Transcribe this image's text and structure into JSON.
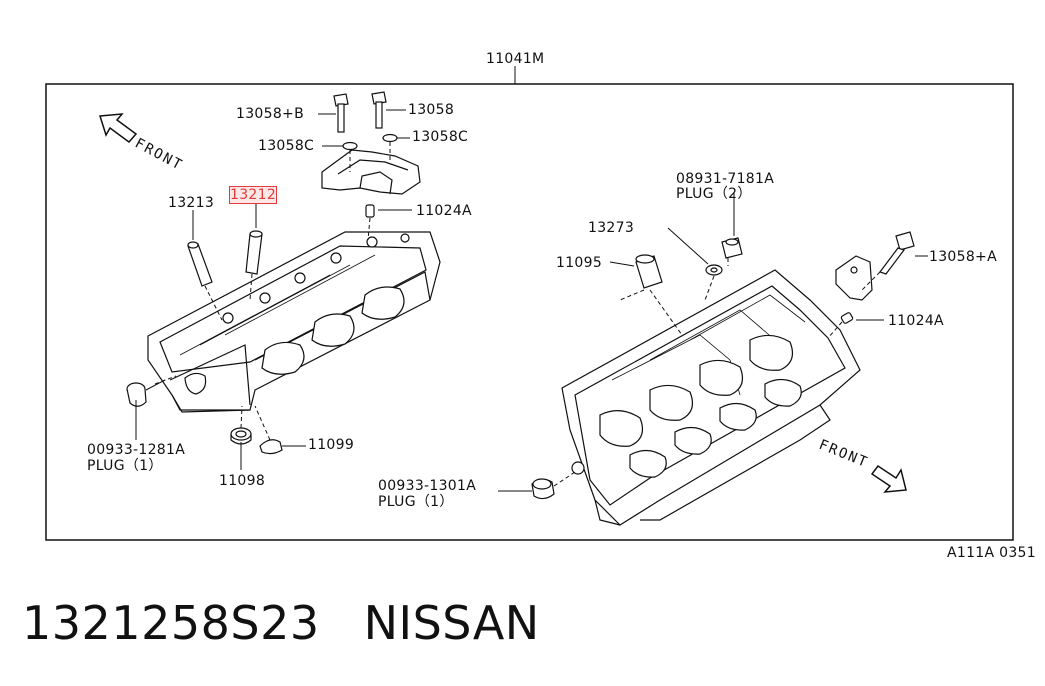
{
  "diagram": {
    "group_code": "11041M",
    "reference": "A111A 0351",
    "front_label": "FRONT",
    "callouts": {
      "bolt_b": "13058+B",
      "bolt": "13058",
      "washer_c_left": "13058C",
      "washer_c_right": "13058C",
      "guide_13213": "13213",
      "guide_13212": "13212",
      "dowel_left": "11024A",
      "plug_2_part": "08931-7181A",
      "plug_2_desc": "PLUG（2）",
      "seal_13273": "13273",
      "tube_11095": "11095",
      "bolt_a": "13058+A",
      "dowel_right": "11024A",
      "plug_1_left_part": "00933-1281A",
      "plug_1_left_desc": "PLUG（1）",
      "seal_11099": "11099",
      "seal_11098": "11098",
      "plug_1_right_part": "00933-1301A",
      "plug_1_right_desc": "PLUG（1）"
    },
    "highlighted_part": "13212"
  },
  "caption": {
    "part_number": "1321258S23",
    "brand": "NISSAN"
  }
}
